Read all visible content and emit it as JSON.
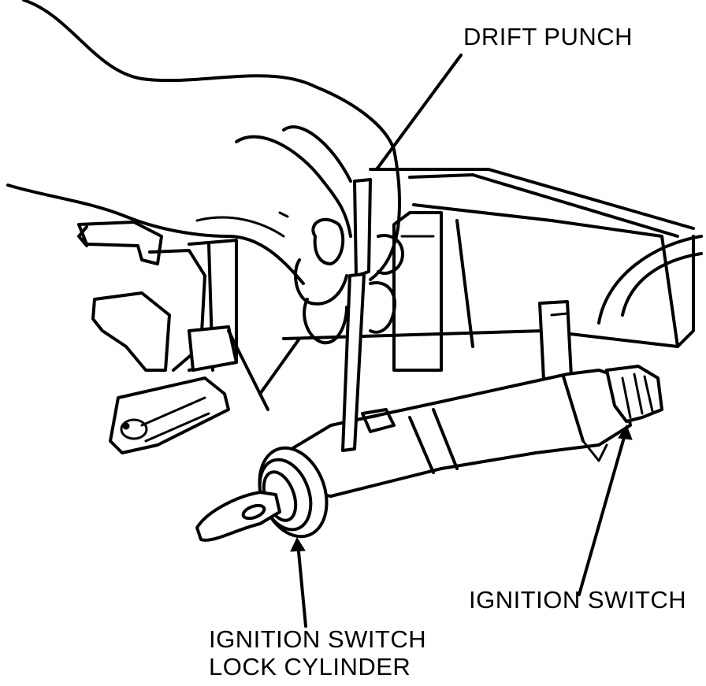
{
  "labels": {
    "drift_punch": "DRIFT PUNCH",
    "ignition_switch": "IGNITION SWITCH",
    "lock_cylinder_line1": "IGNITION SWITCH",
    "lock_cylinder_line2": "LOCK CYLINDER"
  },
  "colors": {
    "ink": "#000000",
    "paper": "#ffffff"
  }
}
